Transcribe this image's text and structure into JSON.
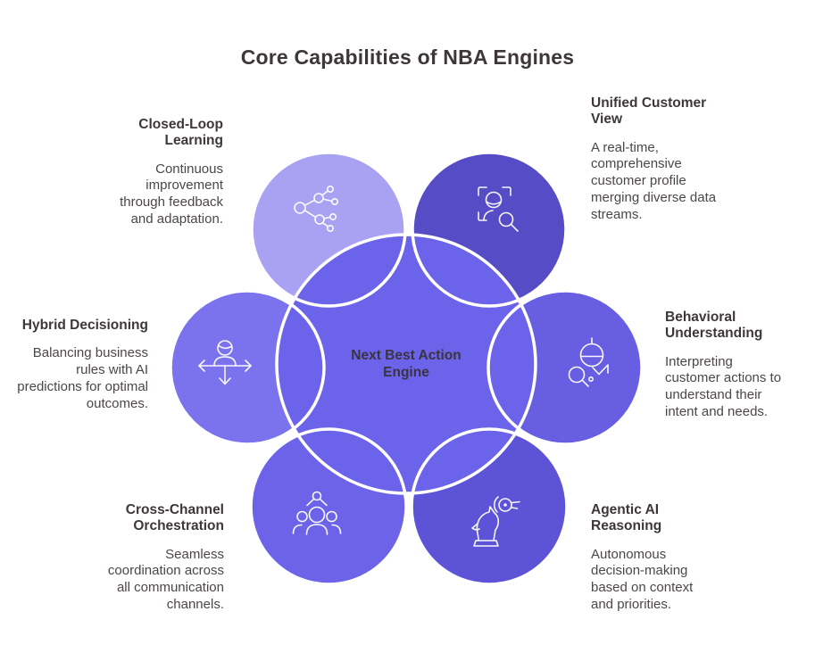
{
  "title": "Core Capabilities of NBA Engines",
  "center": {
    "label": "Next Best Action Engine",
    "circle_color": "#6B63E9"
  },
  "stroke_color": "#FFFFFF",
  "capabilities": [
    {
      "name": "closed-loop-learning",
      "heading": "Closed-Loop Learning",
      "description": "Continuous improvement through feedback and adaptation.",
      "icon": "network-branch-icon",
      "circle_color": "#A9A2F2"
    },
    {
      "name": "unified-customer-view",
      "heading": "Unified Customer View",
      "description": "A real-time, comprehensive customer profile merging diverse data streams.",
      "icon": "customer-scan-icon",
      "circle_color": "#564DC6"
    },
    {
      "name": "hybrid-decisioning",
      "heading": "Hybrid Decisioning",
      "description": "Balancing business rules with AI predictions for optimal outcomes.",
      "icon": "person-arrows-icon",
      "circle_color": "#7B73EE"
    },
    {
      "name": "behavioral-understanding",
      "heading": "Behavioral Understanding",
      "description": "Interpreting customer actions to understand their intent and needs.",
      "icon": "head-magnifier-icon",
      "circle_color": "#675EE2"
    },
    {
      "name": "cross-channel-orchestration",
      "heading": "Cross-Channel Orchestration",
      "description": "Seamless coordination across all communication channels.",
      "icon": "people-hub-icon",
      "circle_color": "#6C63E8"
    },
    {
      "name": "agentic-ai-reasoning",
      "heading": "Agentic AI Reasoning",
      "description": "Autonomous decision-making based on context and priorities.",
      "icon": "chess-knight-gear-icon",
      "circle_color": "#5C53D6"
    }
  ]
}
